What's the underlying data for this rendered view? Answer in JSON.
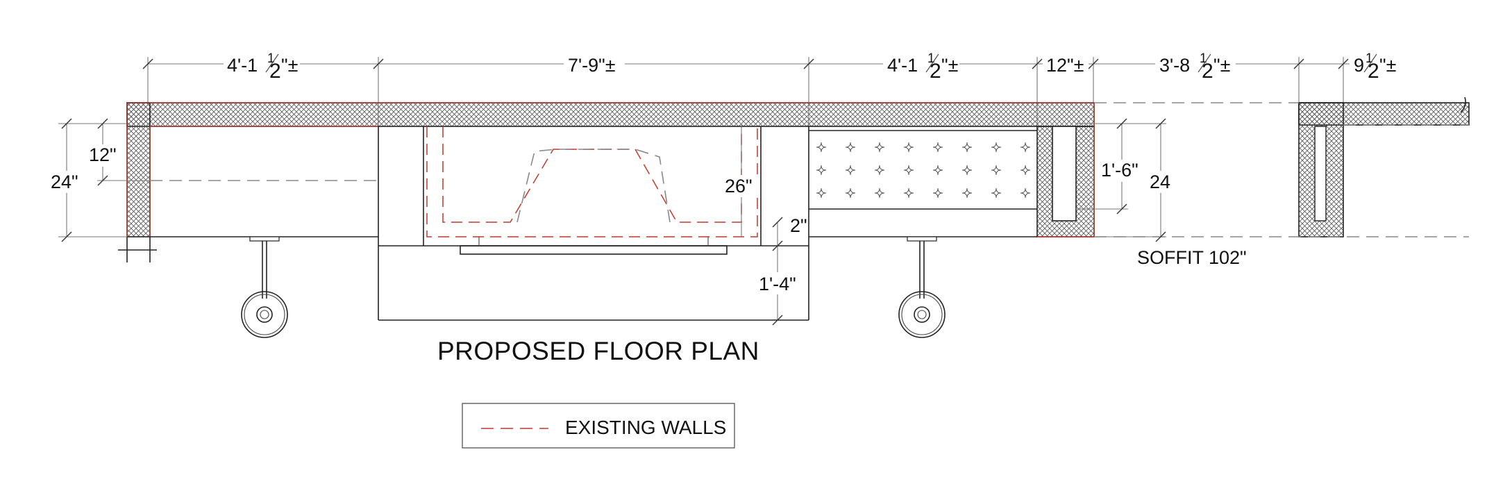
{
  "drawing": {
    "title": "PROPOSED FLOOR PLAN",
    "legend": {
      "label": "EXISTING WALLS",
      "color": "#c0392b"
    },
    "soffit_label": "SOFFIT 102\"",
    "top_dims": [
      {
        "whole": "4'-1",
        "num": "1",
        "den": "2",
        "suffix": "\"±"
      },
      {
        "text": "7'-9\"±"
      },
      {
        "whole": "4'-1",
        "num": "1",
        "den": "2",
        "suffix": "\"±"
      },
      {
        "text": "12\"±"
      },
      {
        "whole": "3'-8",
        "num": "1",
        "den": "2",
        "suffix": "\"±"
      },
      {
        "whole": "9",
        "num": "1",
        "den": "2",
        "suffix": "\"±"
      }
    ],
    "side_dims": {
      "left_outer": "24\"",
      "left_inner": "12\"",
      "sink_depth": "26\"",
      "gap": "2\"",
      "counter_ext": "1'-4\"",
      "cabinet_inner": "1'-6\"",
      "cabinet_outer": "24"
    },
    "colors": {
      "hatch": "#555555",
      "line": "#222222",
      "existing_wall": "#c0392b"
    }
  }
}
